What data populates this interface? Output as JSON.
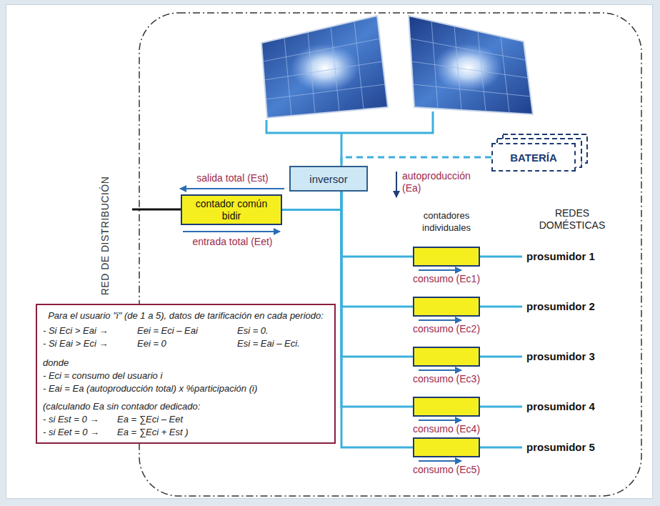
{
  "diagram": {
    "nodes": [
      {
        "text": [
          "BATERÍA"
        ]
      },
      {
        "text": [
          "inversor"
        ]
      },
      {
        "text": [
          "contador común bidir"
        ]
      },
      {
        "text": [
          "consumo (Ec1)"
        ]
      },
      {
        "text": [
          "consumo (Ec2)"
        ]
      },
      {
        "text": [
          "consumo (Ec3)"
        ]
      },
      {
        "text": [
          "consumo (Ec4)"
        ]
      },
      {
        "text": [
          "consumo (Ec5)"
        ]
      },
      {
        "text": [
          "Para el usuario \"i\" (de 1 a 5), datos de tarificación en cada periodo:",
          "- Si Eci > Eai →",
          "Eei = Eci – Eai",
          "Esi = 0.",
          "- Si Eai > Eci →",
          "Eei = 0",
          "Esi = Eai – Eci.",
          "donde",
          "- Eci = consumo del usuario i",
          "- Eai = Ea (autoproducción total) x %participación (i)",
          "(calculando Ea sin contador dedicado:",
          "- si Est = 0 →",
          "Ea = ∑Eci – Eet",
          "- si Eet = 0 →",
          "Ea = ∑Eci + Est )"
        ]
      }
    ],
    "edges": [
      {
        "from": 0,
        "to": 1,
        "arrow": "none"
      },
      {
        "from": 1,
        "to": 2,
        "arrow": "none"
      },
      {
        "from": 1,
        "to": 3,
        "arrow": "none"
      },
      {
        "from": 1,
        "to": 4,
        "arrow": "none"
      },
      {
        "from": 1,
        "to": 5,
        "arrow": "none"
      },
      {
        "from": 1,
        "to": 6,
        "arrow": "none"
      },
      {
        "from": 1,
        "to": 7,
        "arrow": "none"
      }
    ],
    "labels": [
      "autoproducción (Ea)",
      "salida total (Est)",
      "contadores individuales",
      "REDES DOMÉSTICAS",
      "RED DE DISTRIBUCIÓN",
      "entrada total (Eet)",
      "prosumidor 1",
      "prosumidor 2",
      "prosumidor 3",
      "prosumidor 4",
      "prosumidor 5"
    ]
  }
}
